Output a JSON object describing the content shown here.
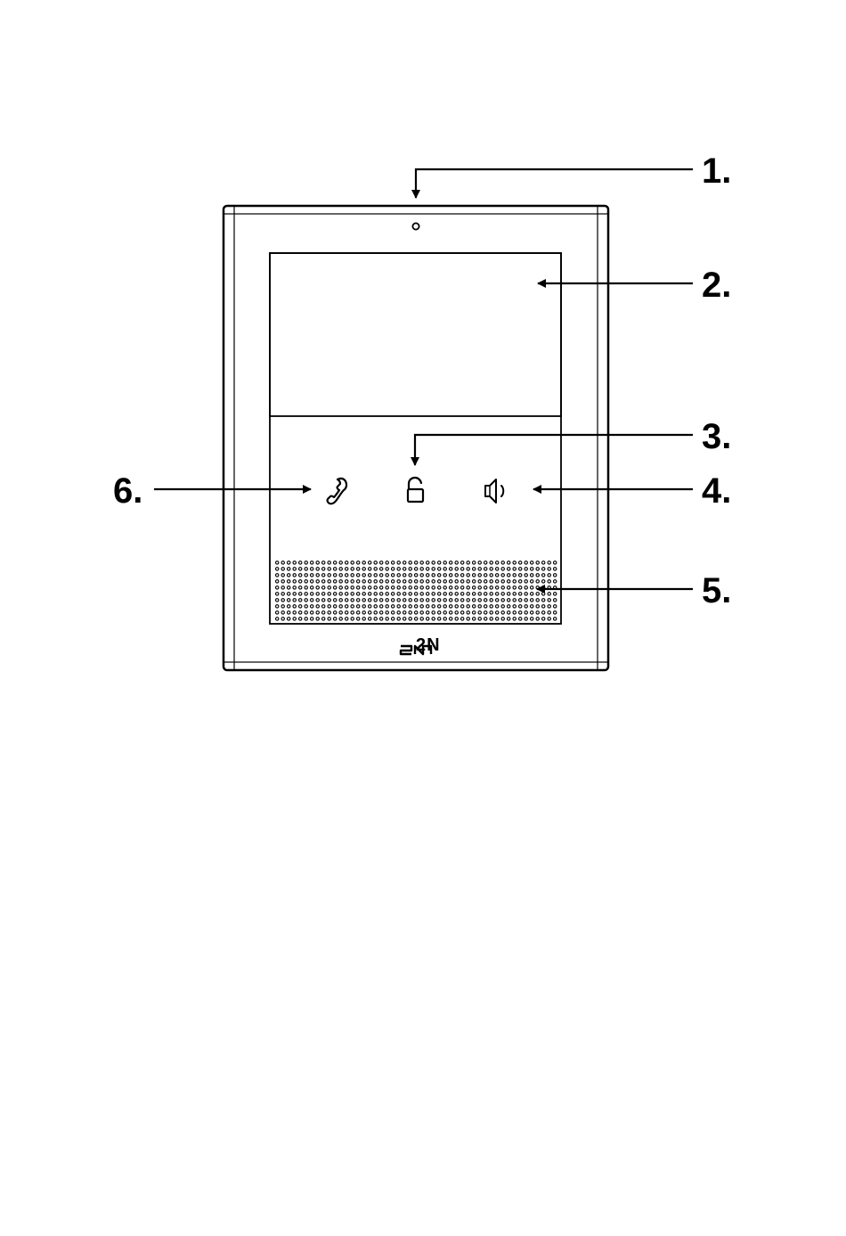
{
  "device": {
    "logo": "2N"
  },
  "callouts": [
    {
      "id": "1",
      "label": "1."
    },
    {
      "id": "2",
      "label": "2."
    },
    {
      "id": "3",
      "label": "3."
    },
    {
      "id": "4",
      "label": "4."
    },
    {
      "id": "5",
      "label": "5."
    },
    {
      "id": "6",
      "label": "6."
    }
  ],
  "buttons": {
    "call": {
      "icon": "phone-handset-icon"
    },
    "unlock": {
      "icon": "open-padlock-icon"
    },
    "volume": {
      "icon": "speaker-icon"
    }
  },
  "colors": {
    "line": "#000000",
    "background": "#ffffff"
  }
}
